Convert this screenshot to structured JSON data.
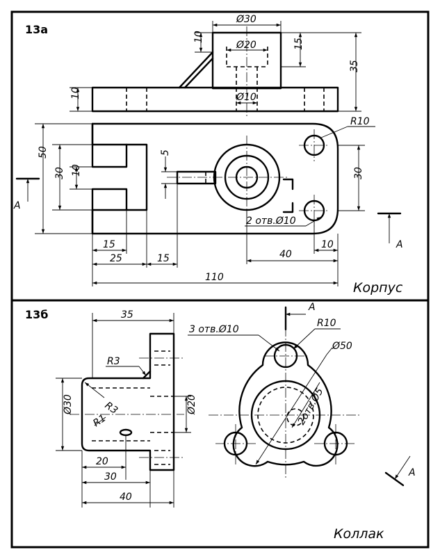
{
  "figure_a": {
    "label": "13а",
    "name": "Корпус",
    "section_letter": "А",
    "dims": {
      "d30": "Ø30",
      "d20": "Ø20",
      "d10": "Ø10",
      "h10_top": "10",
      "h15": "15",
      "h35": "35",
      "h10_base": "10",
      "r10": "R10",
      "holes": "2 отв.Ø10",
      "v50": "50",
      "v30_left": "30",
      "v10": "10",
      "v5": "5",
      "v30_right": "30",
      "h15a": "15",
      "h25": "25",
      "h15b": "15",
      "h40": "40",
      "h10r": "10",
      "h110": "110"
    }
  },
  "figure_b": {
    "label": "13б",
    "name": "Коллак",
    "section_letter": "А",
    "dims": {
      "h35": "35",
      "r3a": "R3",
      "r3b": "R3",
      "r1": "R1",
      "d30": "Ø30",
      "d20": "Ø20",
      "h20": "20",
      "h30": "30",
      "h40": "40",
      "holes3": "3 отв.Ø10",
      "r10": "R10",
      "d50": "Ø50",
      "holes2": "2отв.Ø5"
    }
  }
}
